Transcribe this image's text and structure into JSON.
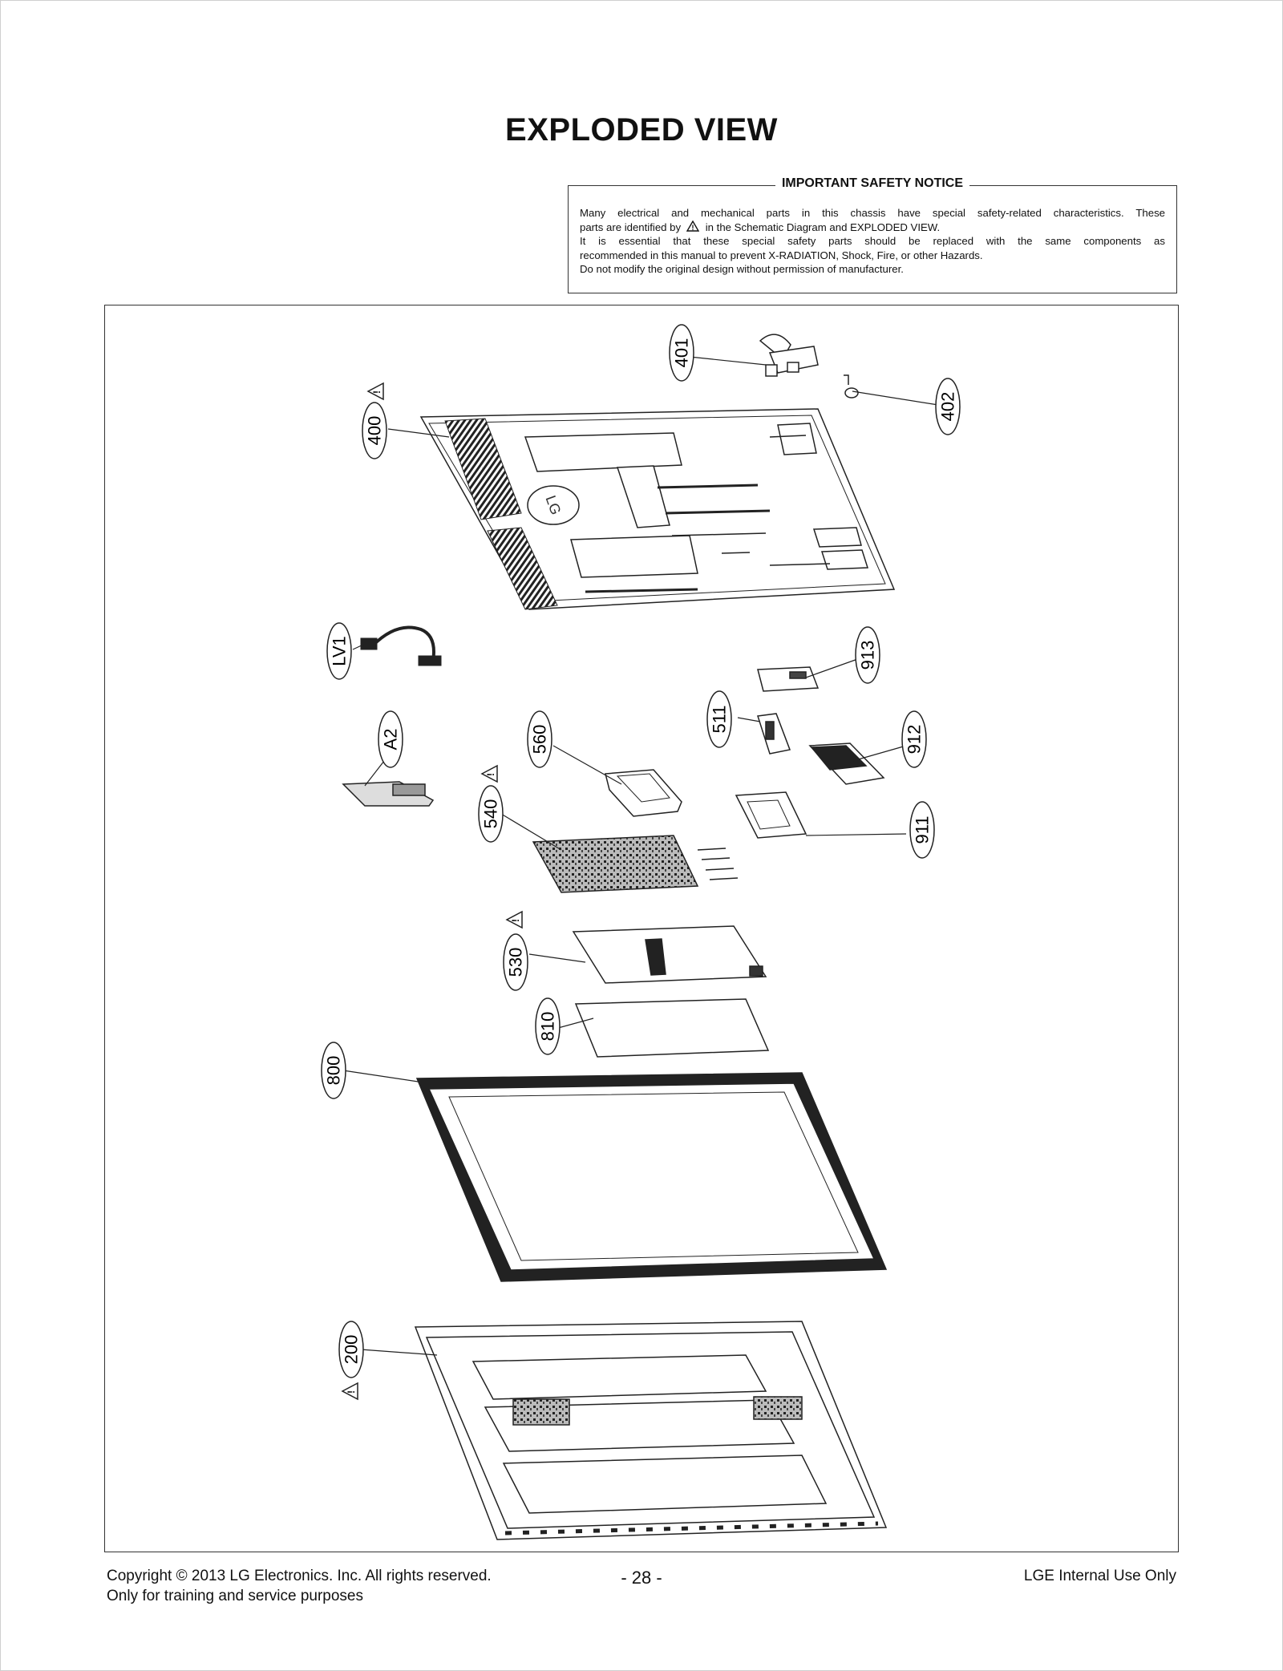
{
  "title": "EXPLODED VIEW",
  "notice": {
    "heading": "IMPORTANT SAFETY NOTICE",
    "line1": "Many electrical and mechanical parts in this chassis have special safety-related characteristics. These",
    "line2a": "parts are identified by",
    "line2b": "in the Schematic Diagram and EXPLODED VIEW.",
    "line3": "It is essential that these special safety parts should be replaced with the same components as",
    "line4": "recommended in this manual to prevent X-RADIATION, Shock, Fire, or other Hazards.",
    "line5": "Do not modify the original design without permission of manufacturer."
  },
  "parts": {
    "p400": "400",
    "p401": "401",
    "p402": "402",
    "pLV1": "LV1",
    "pA2": "A2",
    "p560": "560",
    "p511": "511",
    "p913": "913",
    "p912": "912",
    "p911": "911",
    "p540": "540",
    "p530": "530",
    "p810": "810",
    "p800": "800",
    "p200": "200"
  },
  "warning_symbol": "!",
  "footer": {
    "copyright": "Copyright  © 2013  LG Electronics. Inc. All rights reserved.",
    "purpose": "Only for training and service purposes",
    "page": "- 28 -",
    "internal": "LGE Internal Use Only"
  }
}
